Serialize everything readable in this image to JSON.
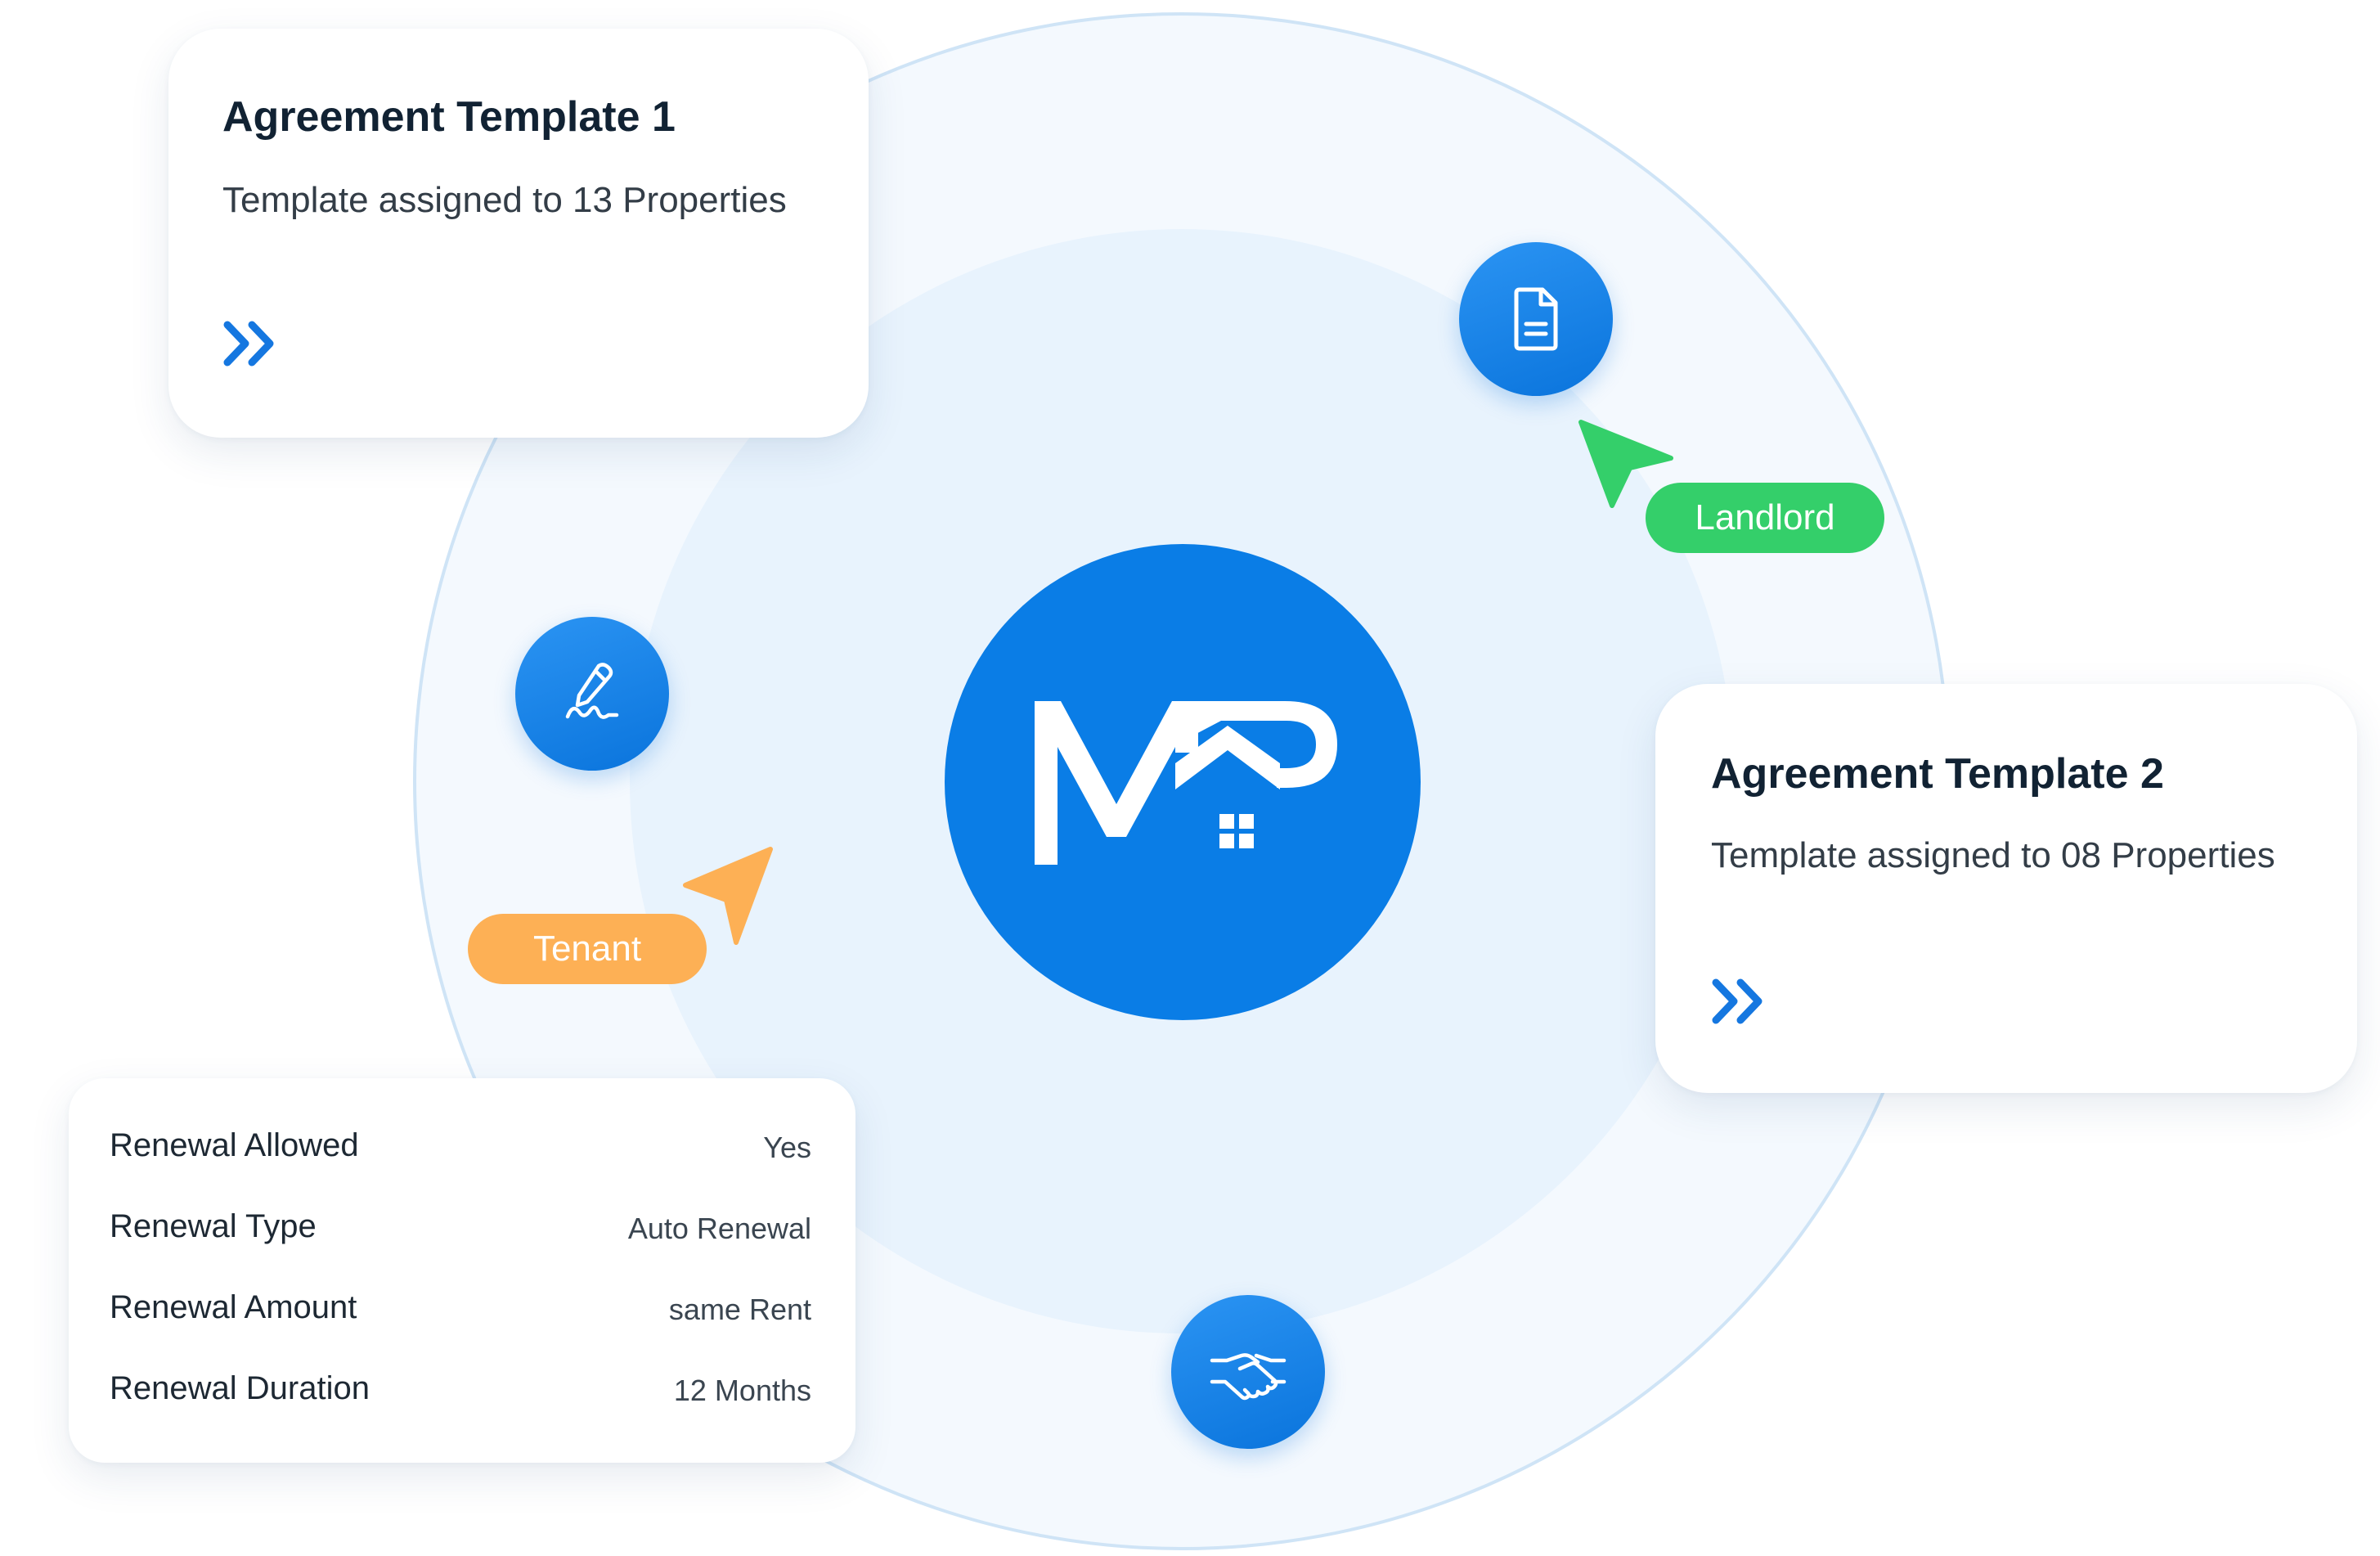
{
  "logo": {
    "brand_icon": "mp-house-logo",
    "color": "#0a7de6"
  },
  "icons": {
    "document": "document-icon",
    "signature": "signature-pen-icon",
    "handshake": "handshake-icon",
    "color": "#1a86ec"
  },
  "roles": {
    "landlord": {
      "label": "Landlord",
      "color": "#34cf6a"
    },
    "tenant": {
      "label": "Tenant",
      "color": "#fdb055"
    }
  },
  "templates": [
    {
      "title": "Agreement Template 1",
      "subtitle": "Template assigned to 13 Properties",
      "action_icon": "double-chevron-right-icon"
    },
    {
      "title": "Agreement Template 2",
      "subtitle": "Template assigned to 08 Properties",
      "action_icon": "double-chevron-right-icon"
    }
  ],
  "renewal": {
    "rows": [
      {
        "label": "Renewal Allowed",
        "value": "Yes"
      },
      {
        "label": "Renewal Type",
        "value": "Auto Renewal"
      },
      {
        "label": "Renewal Amount",
        "value": "same Rent"
      },
      {
        "label": "Renewal Duration",
        "value": "12 Months"
      }
    ]
  }
}
